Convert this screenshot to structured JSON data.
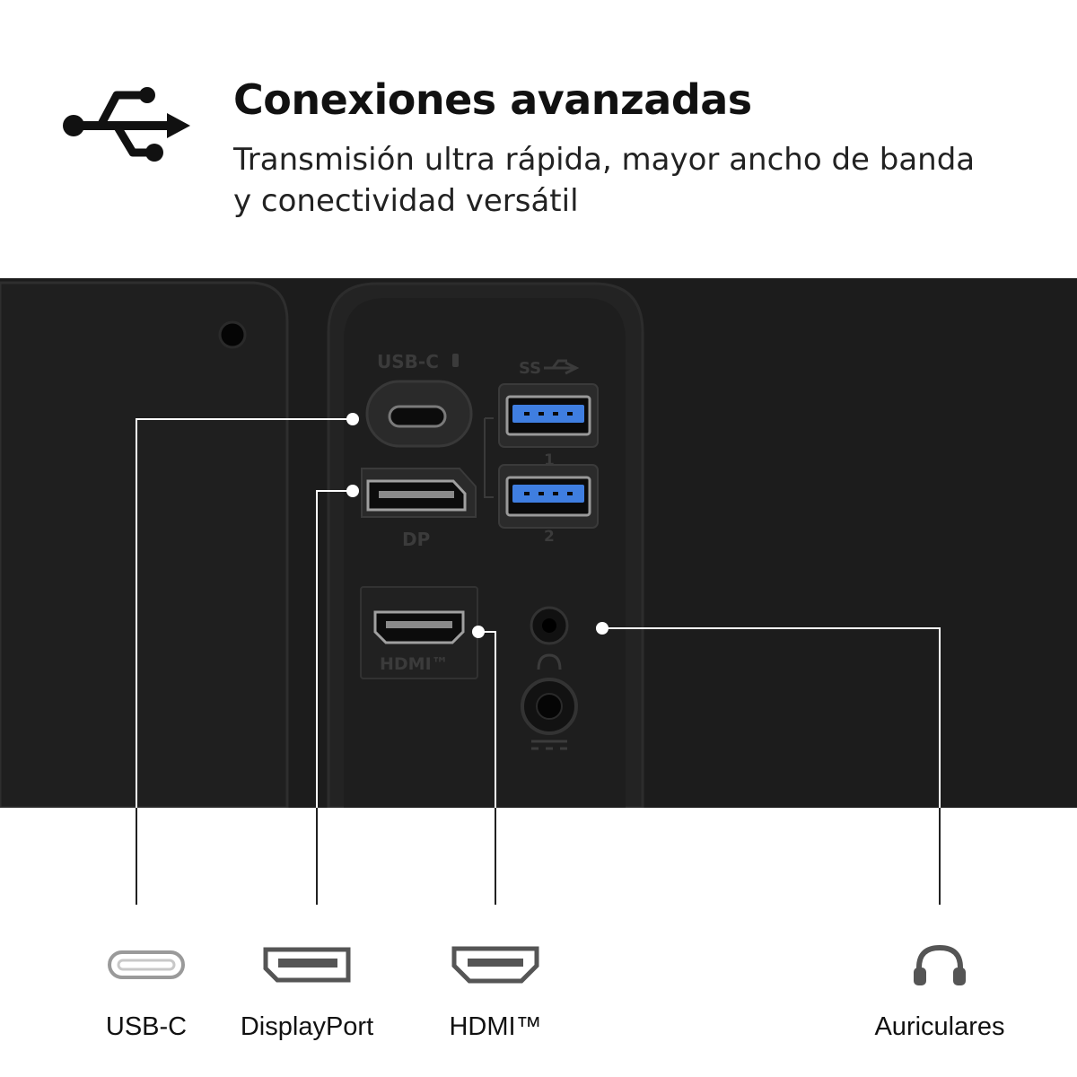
{
  "header": {
    "icon": "usb-icon",
    "title": "Conexiones avanzadas",
    "subtitle_line1": "Transmisión ultra rápida, mayor ancho de banda",
    "subtitle_line2": "y conectividad versátil"
  },
  "panel_labels": {
    "usb_c": "USB-C",
    "superspeed": "SS",
    "usb_port_1": "1",
    "usb_port_2": "2",
    "dp": "DP",
    "hdmi": "HDMI™"
  },
  "legend": [
    {
      "label": "USB-C",
      "icon": "usb-c-port-icon"
    },
    {
      "label": "DisplayPort",
      "icon": "displayport-icon"
    },
    {
      "label": "HDMI™",
      "icon": "hdmi-port-icon"
    },
    {
      "label": "Auriculares",
      "icon": "headphones-icon"
    }
  ],
  "colors": {
    "panel_background": "#1b1b1b",
    "usb3_port_blue": "#3f7ee0",
    "callout_line": "#ffffff",
    "legend_line": "#222222"
  }
}
